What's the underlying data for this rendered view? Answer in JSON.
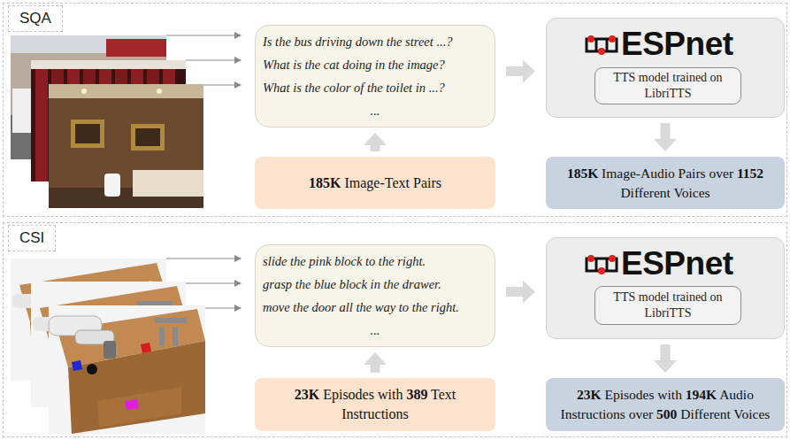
{
  "diagram": {
    "nodes": [
      {
        "text": [
          "SQA"
        ]
      },
      {
        "text": [
          "Is the bus driving down the street ...?",
          "What is the cat doing in the image?",
          "What is the color of the toilet in ...?",
          "..."
        ],
        "in": 0
      },
      {
        "text": [
          "185K",
          "Image-Text Pairs"
        ],
        "in": 0
      },
      {
        "text": [
          "ESPnet"
        ],
        "in": 0
      },
      {
        "text": [
          "TTS model trained on LibriTTS"
        ],
        "in": 3
      },
      {
        "text": [
          "185K",
          "Image-Audio Pairs over",
          "1152",
          "Different Voices"
        ],
        "in": 0
      },
      {
        "text": [
          "CSI"
        ]
      },
      {
        "text": [
          "slide the pink block to the right.",
          "grasp the blue block in the drawer.",
          "move the door all the way to the right.",
          "..."
        ],
        "in": 6
      },
      {
        "text": [
          "23K",
          "Episodes with",
          "389",
          "Text Instructions"
        ],
        "in": 6
      },
      {
        "text": [
          "ESPnet"
        ],
        "in": 6
      },
      {
        "text": [
          "TTS model trained on LibriTTS"
        ],
        "in": 9
      },
      {
        "text": [
          "23K",
          "Episodes with",
          "194K",
          "Audio Instructions over",
          "500",
          "Different Voices"
        ],
        "in": 6
      }
    ],
    "edges": [
      {
        "from": 2,
        "to": 1,
        "arrow": "to"
      },
      {
        "from": 1,
        "to": 3,
        "arrow": "to"
      },
      {
        "from": 3,
        "to": 5,
        "arrow": "to"
      },
      {
        "from": 8,
        "to": 7,
        "arrow": "to"
      },
      {
        "from": 7,
        "to": 9,
        "arrow": "to"
      },
      {
        "from": 9,
        "to": 11,
        "arrow": "to"
      }
    ]
  }
}
